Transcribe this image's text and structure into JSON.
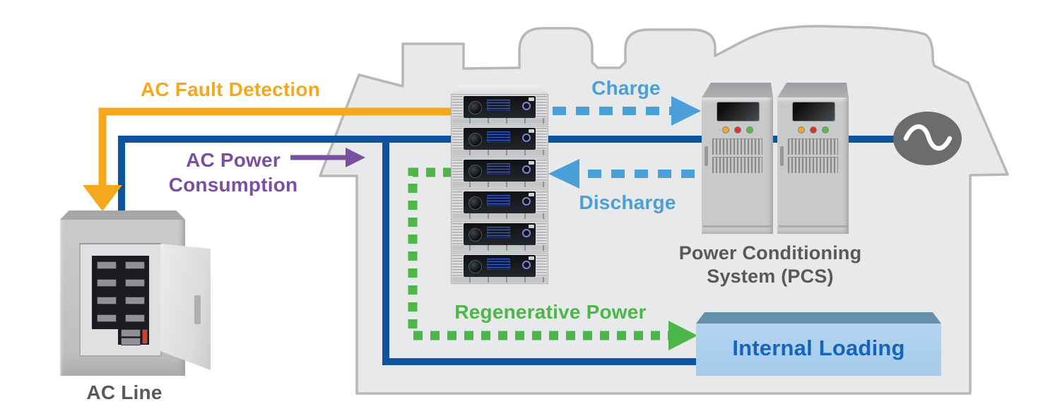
{
  "labels": {
    "ac_fault_detection": "AC Fault Detection",
    "ac_power_consumption": {
      "line1": "AC Power",
      "line2": "Consumption"
    },
    "charge": "Charge",
    "discharge": "Discharge",
    "regenerative_power": "Regenerative Power",
    "pcs": {
      "line1": "Power Conditioning",
      "line2": "System (PCS)"
    },
    "internal_loading": "Internal Loading",
    "ac_line": "AC Line"
  },
  "colors": {
    "orange": "#F6A81C",
    "purple": "#7B4FA0",
    "light_blue": "#4A9FD8",
    "dark_blue": "#0E52A0",
    "green": "#4CB648",
    "gray_text": "#58595B",
    "building_fill": "#E8E9EA",
    "building_stroke": "#B5B7BA",
    "load_box_top": "#6590AC",
    "load_box_front": "#A9CDED",
    "internal_loading_text": "#1565BE",
    "sine_badge": "#6A6C6E"
  },
  "equipment": {
    "rack_units": 6,
    "pcs_cabinets": 2,
    "pcs_led_colors": [
      "#F5A623",
      "#E0312B",
      "#5CB947"
    ],
    "breaker_rows": 4,
    "breaker_cols": 2,
    "breaker_ext_rows": 2
  }
}
